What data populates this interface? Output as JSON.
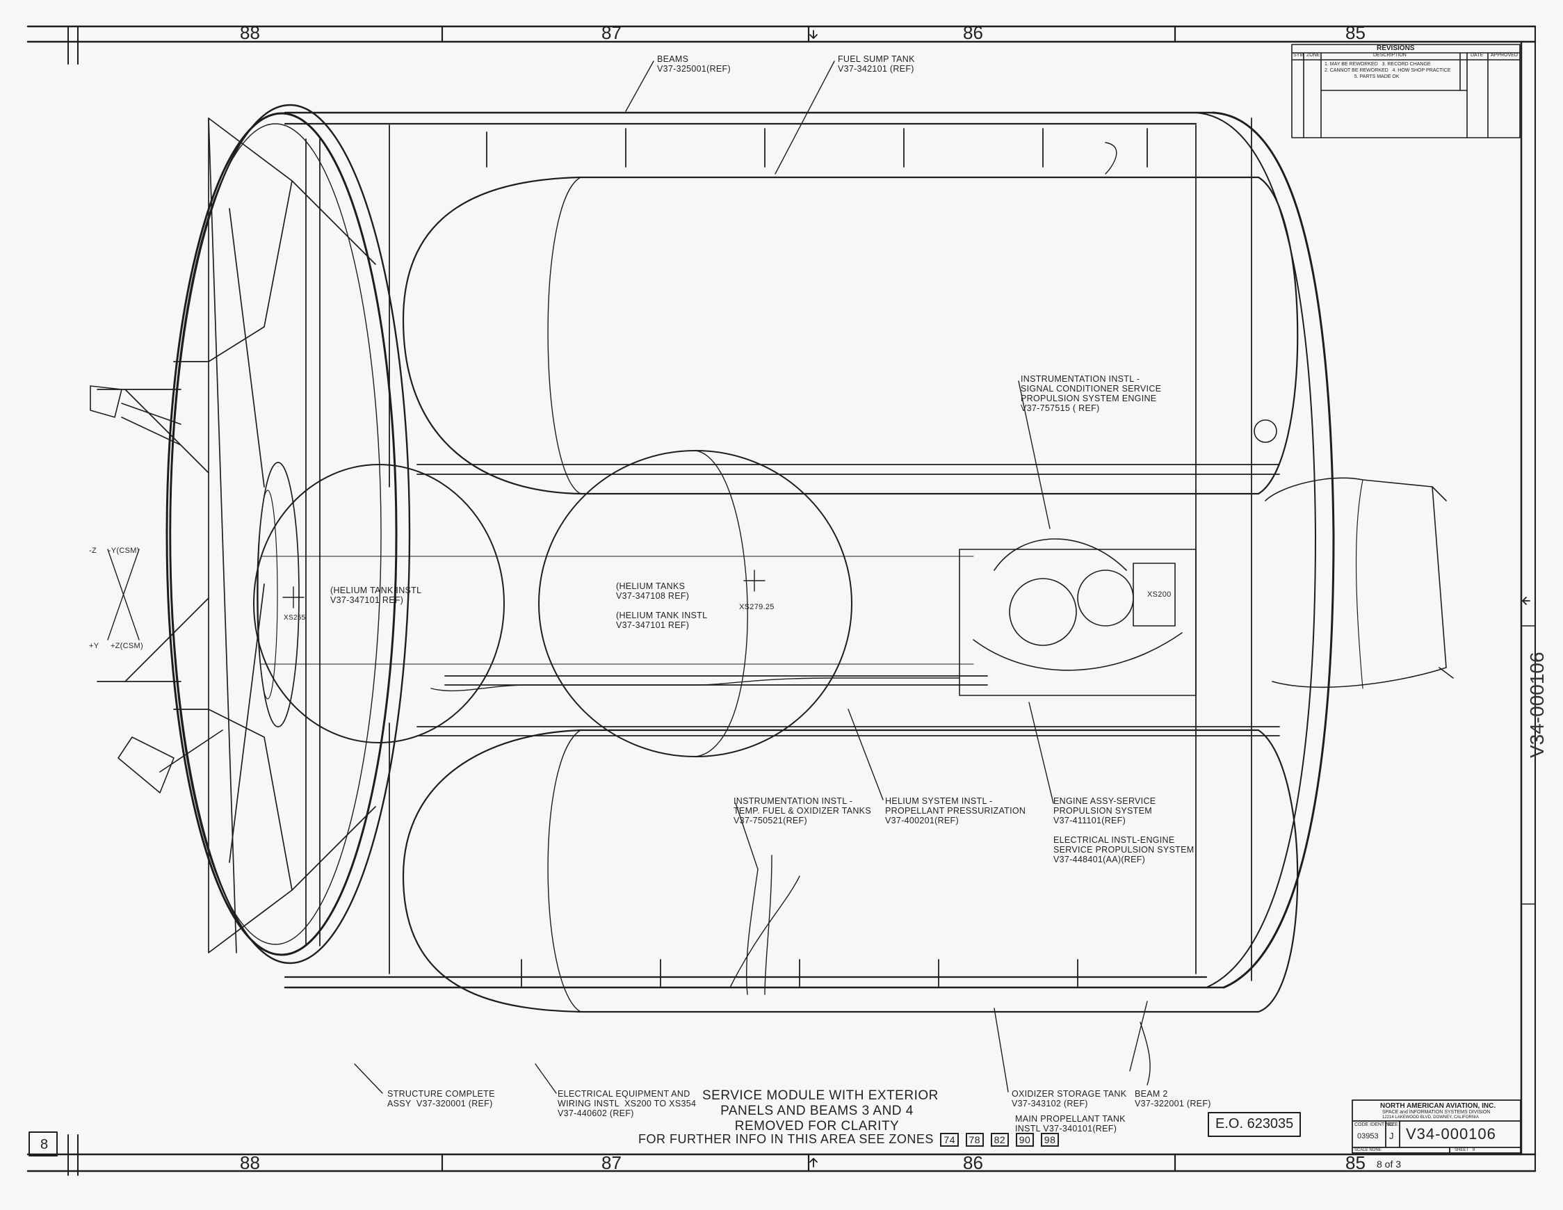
{
  "zones": {
    "top": [
      "88",
      "87",
      "86",
      "85"
    ],
    "bottom": [
      "88",
      "87",
      "86",
      "85"
    ]
  },
  "sheet_number": "8",
  "revisions": {
    "heading": "REVISIONS",
    "columns": [
      "SYM",
      "ZONE",
      "DESCRIPTION",
      "DATE",
      "APPROVED"
    ],
    "notes": "1. MAY BE REWORKED   3. RECORD CHANGE\n2. CANNOT BE REWORKED   4. HOW SHOP PRACTICE\n                      5. PARTS MADE OK"
  },
  "callouts": {
    "beams": "BEAMS\nV37-325001(REF)",
    "fuel_sump": "FUEL SUMP TANK\nV37-342101 (REF)",
    "instr_engine": "INSTRUMENTATION INSTL -\nSIGNAL CONDITIONER SERVICE\nPROPULSION SYSTEM ENGINE\nV37-757515 ( REF)",
    "helium_left": "(HELIUM TANK INSTL\nV37-347101 REF)",
    "helium_center": "(HELIUM TANKS\nV37-347108 REF)\n\n(HELIUM TANK INSTL\nV37-347101 REF)",
    "station_left": "Xs255",
    "station_center": "Xs279.25",
    "station_right": "Xs200",
    "axes_top": "-Z     -Y(CSM)",
    "axes_bottom": "+Y     +Z(CSM)",
    "instr_temp": "INSTRUMENTATION INSTL -\nTEMP. FUEL & OXIDIZER TANKS\nV37-750521(REF)",
    "helium_system": "HELIUM SYSTEM INSTL -\nPROPELLANT PRESSURIZATION\nV37-400201(REF)",
    "engine_assy": "ENGINE ASSY-SERVICE\nPROPULSION SYSTEM\nV37-411101(REF)\n\nELECTRICAL INSTL-ENGINE\nSERVICE PROPULSION SYSTEM\nV37-448401(AA)(REF)",
    "structure": "STRUCTURE COMPLETE\nASSY  V37-320001 (REF)",
    "electrical": "ELECTRICAL EQUIPMENT AND\nWIRING INSTL  Xs200 TO Xs354\nV37-440602 (REF)",
    "oxidizer": "OXIDIZER STORAGE TANK\nV37-343102 (REF)",
    "main_prop": "MAIN PROPELLANT TANK\nINSTL V37-340101(REF)",
    "beam2": "BEAM 2\nV37-322001 (REF)"
  },
  "title": {
    "main": "SERVICE MODULE WITH EXTERIOR\nPANELS AND BEAMS 3 AND 4\nREMOVED FOR CLARITY",
    "further": "FOR FURTHER INFO IN THIS AREA SEE ZONES",
    "zone_refs": [
      "74",
      "78",
      "82",
      "90",
      "98"
    ]
  },
  "eo_stamp": "E.O. 623035",
  "title_block": {
    "company": "NORTH AMERICAN AVIATION, INC.",
    "division": "SPACE and INFORMATION SYSTEMS DIVISION",
    "address": "12214 LAKEWOOD BLVD, DOWNEY, CALIFORNIA",
    "code_ident_label": "CODE IDENT NO.",
    "code_ident": "03953",
    "size_label": "SIZE",
    "size": "J",
    "dwg_no": "V34-000106",
    "scale_label": "SCALE NONE",
    "sheet_label": "SHEET",
    "sheet": "8"
  },
  "edge_number": "V34-000106",
  "bottom_right_sheet": "8 of 3"
}
